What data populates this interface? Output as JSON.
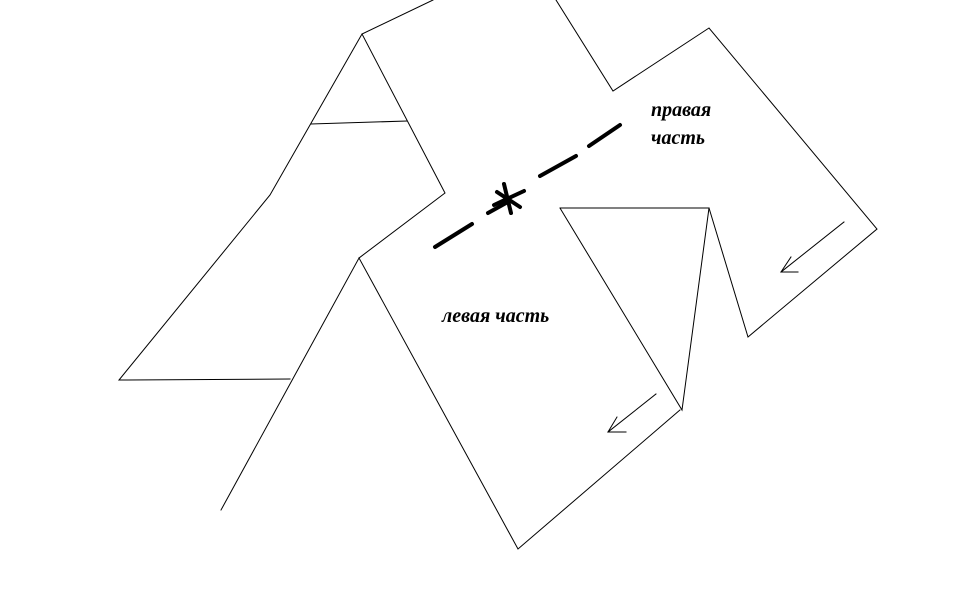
{
  "labels": {
    "right_part_line1": "правая",
    "right_part_line2": "часть",
    "left_part": "левая часть"
  },
  "colors": {
    "background": "#ffffff",
    "stroke": "#000000"
  },
  "icons": {
    "arrow_right_part": "arrow-down-left-icon",
    "arrow_left_part": "arrow-down-left-icon",
    "cut_mark": "asterisk-cut-mark-icon"
  }
}
